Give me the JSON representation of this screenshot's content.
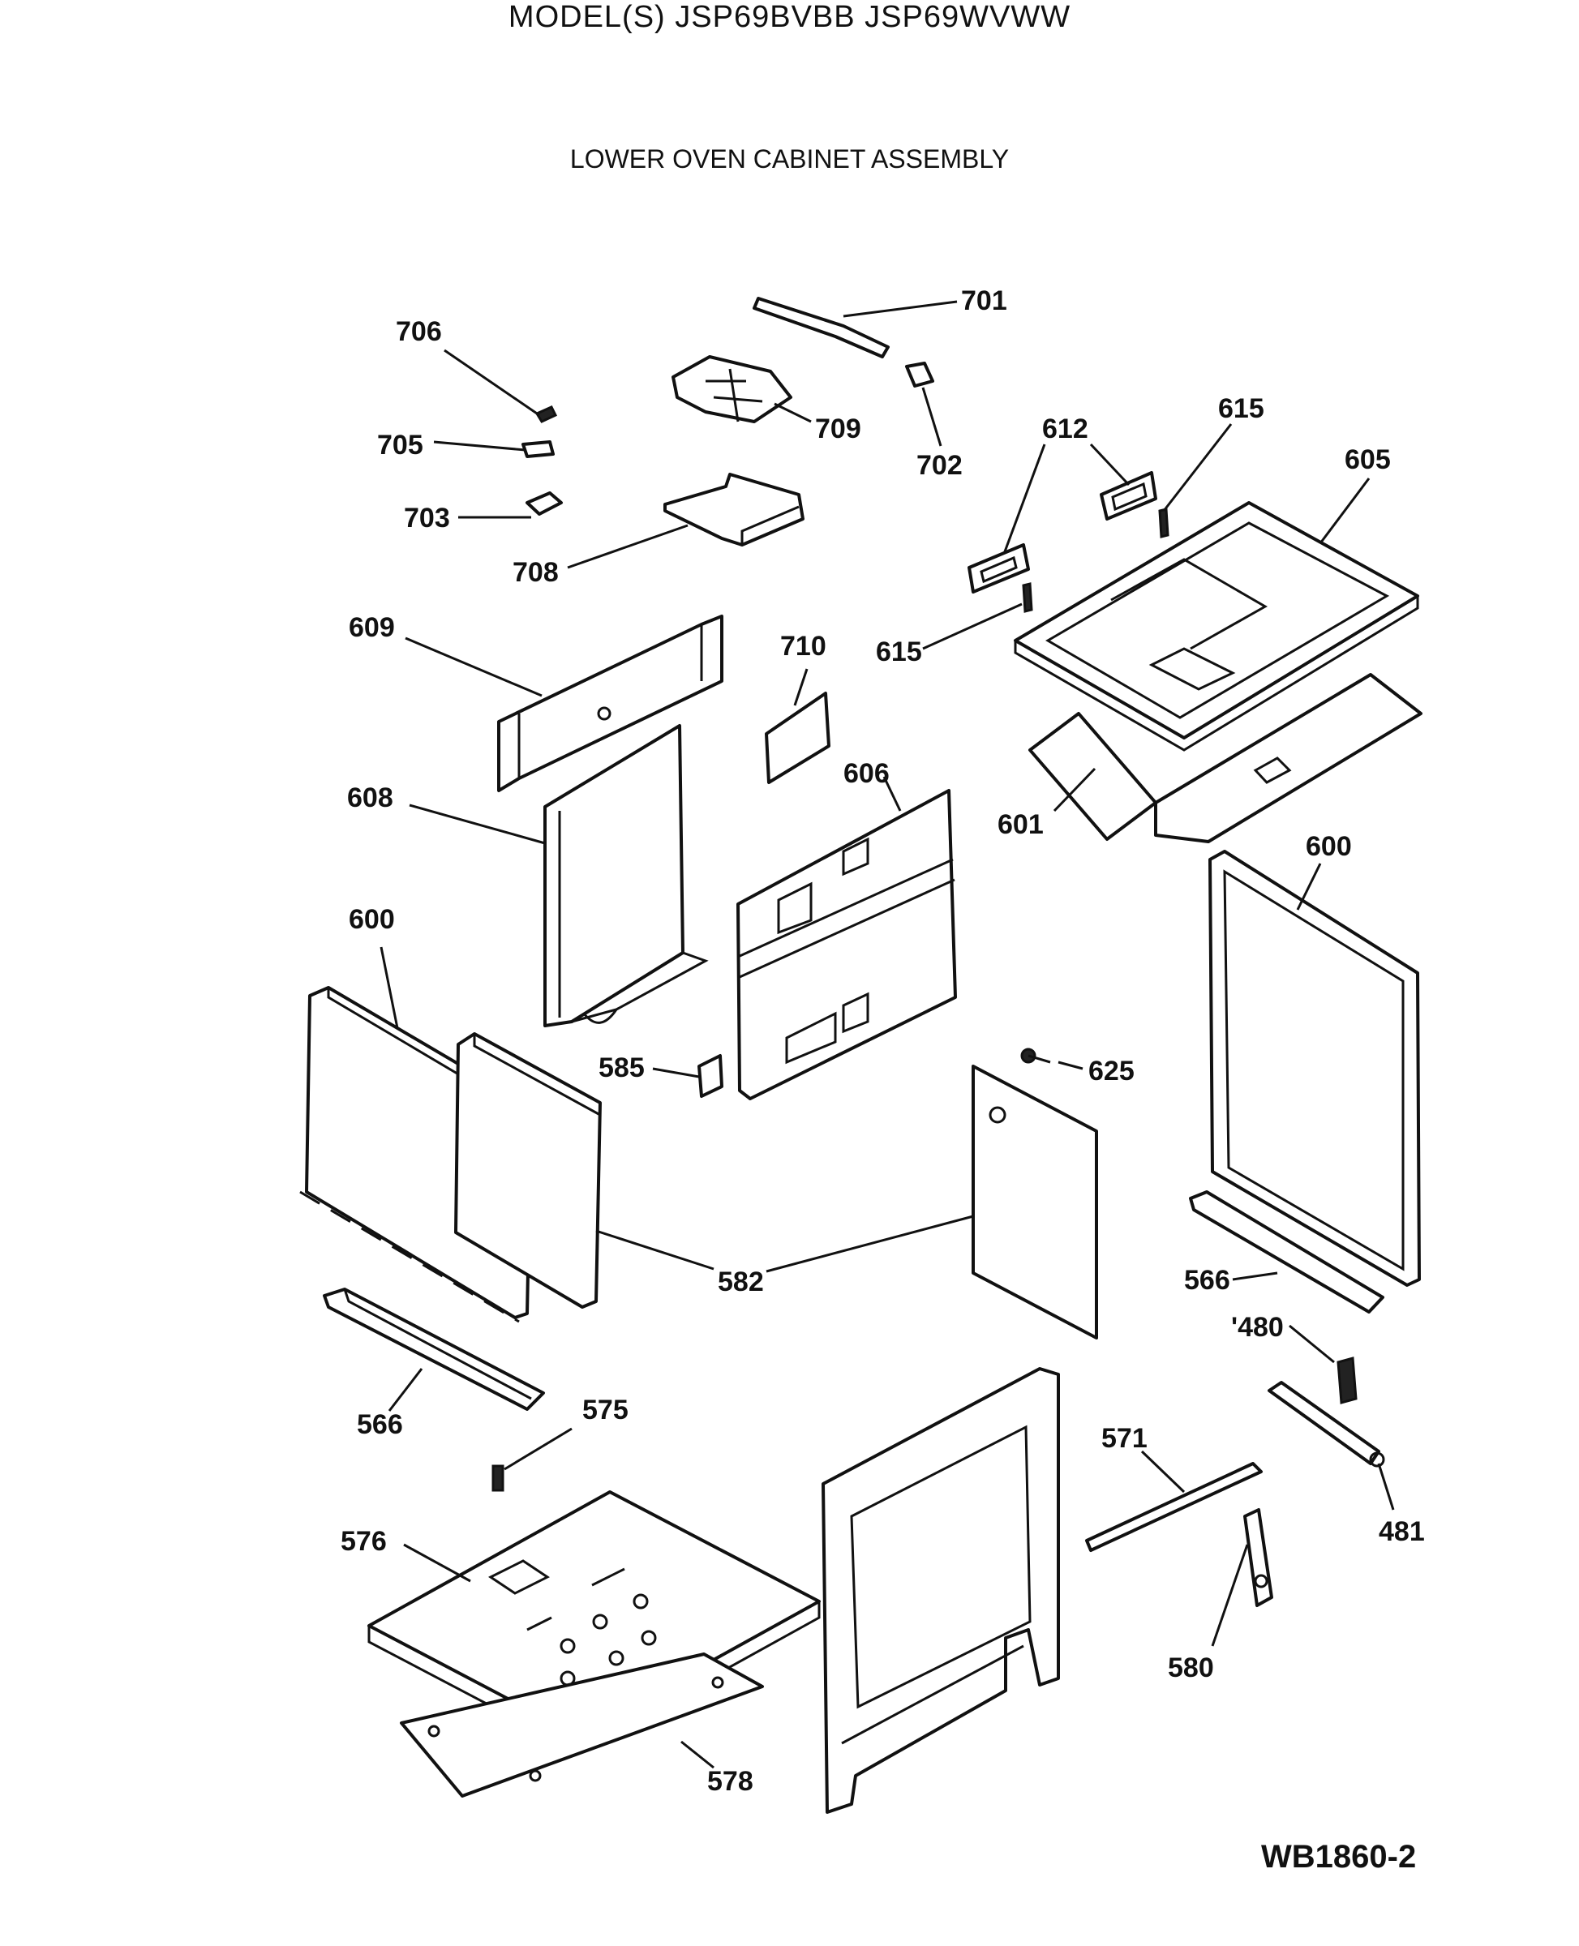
{
  "header": {
    "model_line": "MODEL(S) JSP69BVBB  JSP69WVWW",
    "assembly_title": "LOWER OVEN CABINET ASSEMBLY"
  },
  "callouts": {
    "701": "701",
    "706": "706",
    "709": "709",
    "702": "702",
    "705": "705",
    "703": "703",
    "708": "708",
    "612": "612",
    "615a": "615",
    "605": "605",
    "609": "609",
    "710": "710",
    "615b": "615",
    "606": "606",
    "608": "608",
    "601": "601",
    "600a": "600",
    "600b": "600",
    "585": "585",
    "625": "625",
    "582": "582",
    "566a": "566",
    "566b": "566",
    "480": "'480",
    "575": "575",
    "571": "571",
    "481": "481",
    "576": "576",
    "580": "580",
    "578": "578"
  },
  "footer": {
    "drawing_number": "WB1860-2"
  }
}
